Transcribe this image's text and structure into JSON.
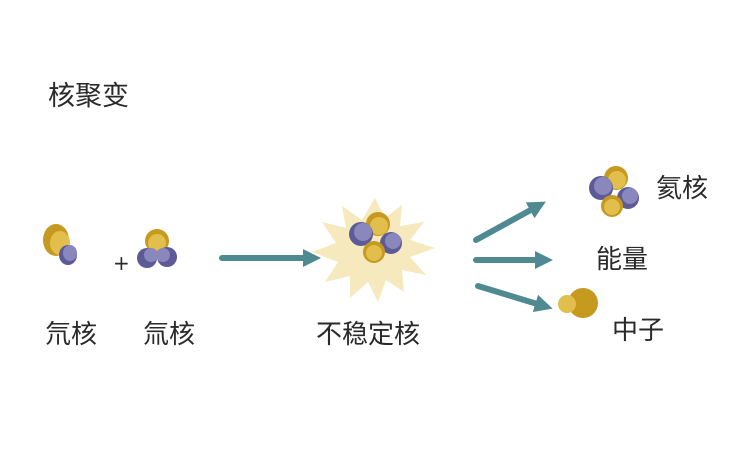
{
  "title": "核聚变",
  "labels": {
    "deuterium": "氘核",
    "tritium": "氚核",
    "plus": "+",
    "unstable": "不稳定核",
    "helium": "氦核",
    "energy": "能量",
    "neutron": "中子"
  },
  "colors": {
    "proton": "#e2be4c",
    "proton_dark": "#c59a1f",
    "neutron": "#8a87bd",
    "neutron_dark": "#5d5a98",
    "arrow": "#4f8a92",
    "burst": "#f6e9bd"
  }
}
